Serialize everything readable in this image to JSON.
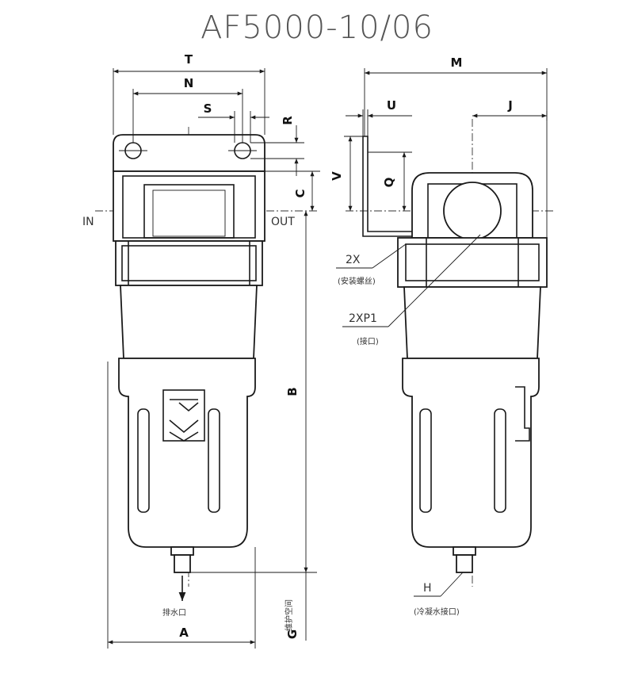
{
  "title": "AF5000-10/06",
  "dimensions": {
    "T": "T",
    "N": "N",
    "S": "S",
    "R": "R",
    "C": "C",
    "B": "B",
    "G": "G",
    "A": "A",
    "M": "M",
    "U": "U",
    "J": "J",
    "V": "V",
    "Q": "Q",
    "H": "H"
  },
  "ports": {
    "in": "IN",
    "out": "OUT"
  },
  "callouts": {
    "mount_screw": "2X",
    "mount_screw_cn": "(安装螺丝)",
    "port": "2XP1",
    "port_cn": "(接口)",
    "drain_cn": "排水口",
    "maintenance_cn": "维护空间",
    "condensate_cn": "(冷凝水接口)"
  },
  "colors": {
    "line": "#1a1a1a",
    "title": "#555555",
    "background": "#ffffff"
  }
}
